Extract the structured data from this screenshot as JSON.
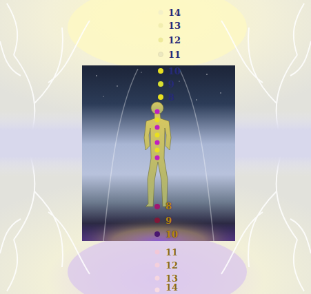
{
  "diagram": {
    "labels": [
      "14",
      "13",
      "12",
      "11",
      "10",
      "9",
      "8",
      "8",
      "9",
      "10",
      "11",
      "12",
      "13",
      "14"
    ]
  }
}
